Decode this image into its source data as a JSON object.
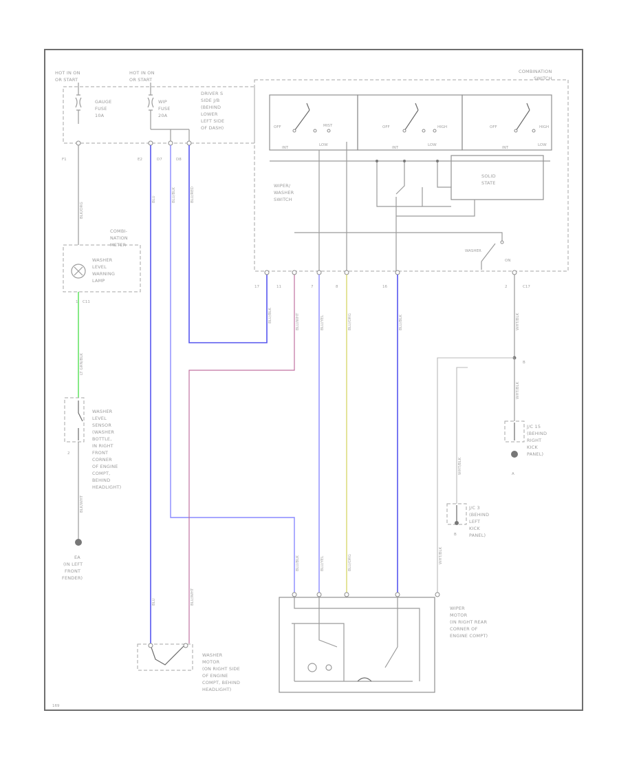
{
  "labels": {
    "hot1": "HOT IN ON",
    "hot1b": "OR START",
    "hot2": "HOT IN ON",
    "hot2b": "OR START",
    "gauge_fuse": "GAUGE",
    "gauge_fuse2": "FUSE",
    "gauge_fuse3": "10A",
    "wip_fuse": "WIP",
    "wip_fuse2": "FUSE",
    "wip_fuse3": "20A",
    "driver_side": "DRIVER S",
    "driver_side2": "SIDE J/B",
    "driver_side3": "(BEHIND",
    "driver_side4": "LOWER",
    "driver_side5": "LEFT SIDE",
    "driver_side6": "OF DASH)",
    "combination_switch": "COMBINATION",
    "combination_switch2": "SWITCH",
    "off1": "OFF",
    "mist": "MIST",
    "int1": "INT",
    "low1": "LOW",
    "off2": "OFF",
    "high": "HIGH",
    "int2": "INT",
    "low2": "LOW",
    "off3": "OFF",
    "hi2": "HIGH",
    "int3": "INT",
    "low3": "LOW",
    "solid_state": "SOLID",
    "solid_state2": "STATE",
    "wiper_washer": "WIPER/",
    "wiper_washer2": "WASHER",
    "wiper_washer3": "SWITCH",
    "washer": "WASHER",
    "on": "ON",
    "combination_meter": "COMBI-",
    "combination_meter2": "NATION",
    "combination_meter3": "METER",
    "washer_level_lamp": "WASHER",
    "washer_level_lamp2": "LEVEL",
    "washer_level_lamp3": "WARNING",
    "washer_level_lamp4": "LAMP",
    "washer_sensor1": "WASHER",
    "washer_sensor2": "LEVEL",
    "washer_sensor3": "SENSOR",
    "washer_sensor4": "(WASHER",
    "washer_sensor5": "BOTTLE,",
    "washer_sensor6": "IN RIGHT",
    "washer_sensor7": "FRONT",
    "washer_sensor8": "CORNER",
    "washer_sensor9": "OF ENGINE",
    "washer_sensor10": "COMPT,",
    "washer_sensor11": "BEHIND",
    "washer_sensor12": "HEADLIGHT)",
    "ground_ea": "EA",
    "ground_ea2": "(IN LEFT",
    "ground_ea3": "FRONT",
    "ground_ea4": "FENDER)",
    "wiper_motor": "WIPER",
    "wiper_motor2": "MOTOR",
    "wiper_motor3": "(IN RIGHT REAR",
    "wiper_motor4": "CORNER OF",
    "wiper_motor5": "ENGINE COMPT)",
    "washer_motor": "WASHER",
    "washer_motor2": "MOTOR",
    "washer_motor3": "(ON RIGHT SIDE",
    "washer_motor4": "OF ENGINE",
    "washer_motor5": "COMPT, BEHIND",
    "washer_motor6": "HEADLIGHT)",
    "jc_right": "J/C 15",
    "jc_right2": "(BEHIND",
    "jc_right3": "RIGHT",
    "jc_right4": "KICK",
    "jc_right5": "PANEL)",
    "jc_left": "J/C 3",
    "jc_left2": "(BEHIND",
    "jc_left3": "LEFT",
    "jc_left4": "KICK",
    "jc_left5": "PANEL)",
    "ref": "169"
  },
  "pins": {
    "f1": "F1",
    "e2": "E2",
    "d7": "D7",
    "d8": "D8",
    "c17a": "17",
    "c11": "11",
    "c7": "7",
    "c8": "8",
    "c16": "16",
    "c2": "2",
    "c17b": "C17",
    "m1": "1",
    "m_c11": "C11",
    "s2": "2",
    "g1": "B",
    "g2": "B",
    "j1": "A"
  },
  "wire_labels": {
    "w1": "BLK/ORG",
    "w2": "LT GRN/BLK",
    "w3": "BLK/WHT",
    "w4": "BLU",
    "w5": "BLU/BLK",
    "w6": "BLU/RED",
    "w7": "BLU/WHT",
    "w8": "BLU/YEL",
    "w9": "BLU/ORG",
    "w10": "WHT/BLK",
    "w11": "WHT/BLK",
    "w12": "WHT/BLK",
    "w13": "WHT/BLK",
    "w14": "BLU/BLK",
    "w15": "BLU/WHT",
    "w16": "BLU/YEL",
    "w17": "BLU/ORG",
    "w18": "BLU",
    "w19": "BLU/BLK"
  }
}
